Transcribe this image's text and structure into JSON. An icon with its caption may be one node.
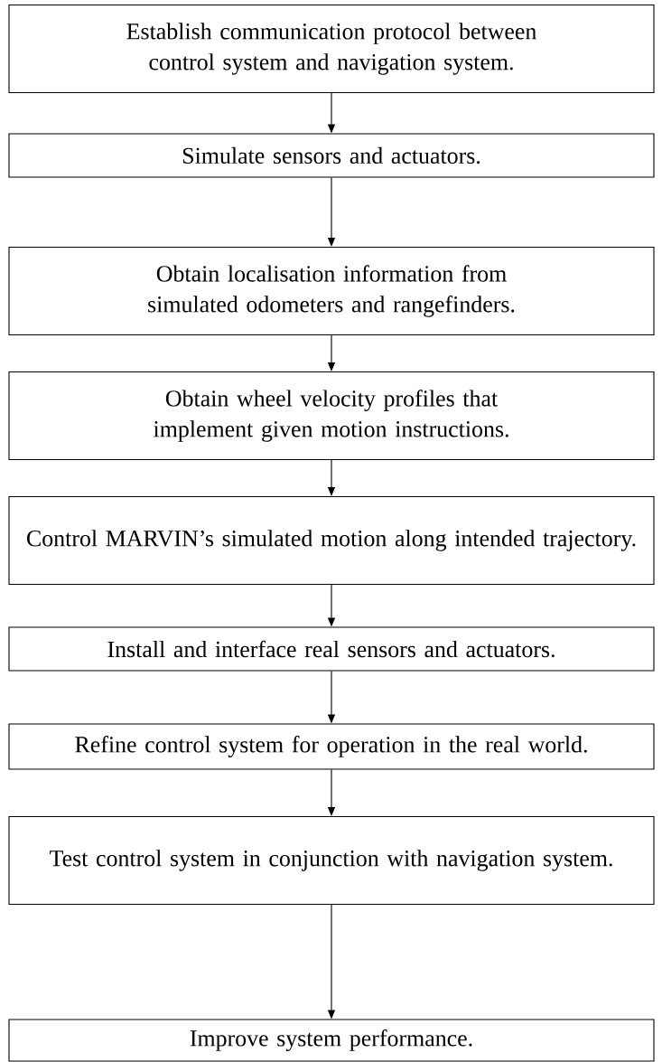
{
  "diagram": {
    "nodes": [
      {
        "text": [
          "Establish communication protocol between control system and navigation system."
        ]
      },
      {
        "text": [
          "Simulate sensors and actuators."
        ]
      },
      {
        "text": [
          "Obtain localisation information from simulated odometers and rangefinders."
        ]
      },
      {
        "text": [
          "Obtain wheel velocity profiles that implement given motion instructions."
        ]
      },
      {
        "text": [
          "Control MARVIN’s simulated motion along intended trajectory."
        ]
      },
      {
        "text": [
          "Install and interface real sensors and actuators."
        ]
      },
      {
        "text": [
          "Refine control system for operation in the real world."
        ]
      },
      {
        "text": [
          "Test control system in conjunction with navigation system."
        ]
      },
      {
        "text": [
          "Improve system performance."
        ]
      }
    ],
    "edges": [
      {
        "from": 0,
        "to": 1,
        "arrow": "to"
      },
      {
        "from": 1,
        "to": 2,
        "arrow": "to"
      },
      {
        "from": 2,
        "to": 3,
        "arrow": "to"
      },
      {
        "from": 3,
        "to": 4,
        "arrow": "to"
      },
      {
        "from": 4,
        "to": 5,
        "arrow": "to"
      },
      {
        "from": 5,
        "to": 6,
        "arrow": "to"
      },
      {
        "from": 6,
        "to": 7,
        "arrow": "to"
      },
      {
        "from": 7,
        "to": 8,
        "arrow": "to"
      }
    ]
  }
}
